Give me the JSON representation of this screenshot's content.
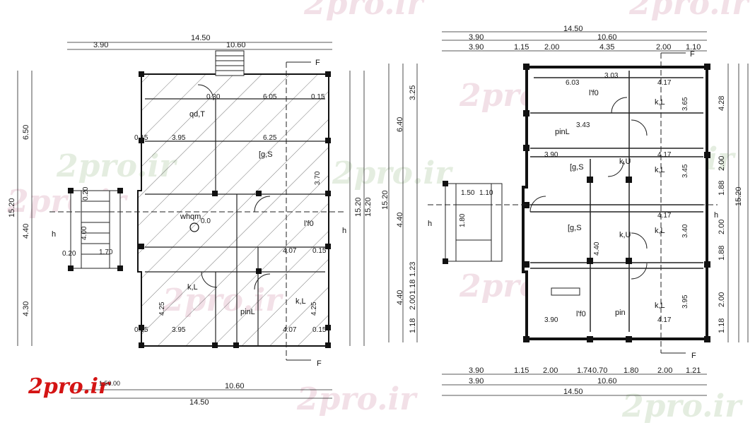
{
  "watermark": "2pro.ir",
  "logo_text": "2pro.ir",
  "scale_text": "1:50.00",
  "left_plan": {
    "top_total": "14.50",
    "top_a": "3.90",
    "top_b": "10.60",
    "bottom_a": "10.60",
    "bottom_total": "14.50",
    "left_total": "15.20",
    "left_top": "6.50",
    "left_mid": "4.40",
    "left_bot": "4.30",
    "right_total1": "15.20",
    "right_total2": "15.20",
    "section_label": "F",
    "h_label": "h",
    "rooms": [
      "qd,T",
      "[g,S",
      "whqm",
      "l'f0",
      "k,L",
      "k,L",
      "pinL"
    ],
    "labels": [
      "0.30",
      "6.05",
      "0.15",
      "3.95",
      "6.25",
      "0.15",
      "0.15",
      "4.07",
      "0.15",
      "3.95",
      "4.07",
      "0.15",
      "0.20",
      "1.70",
      "4.00",
      "0.20",
      "3.70",
      "4.25",
      "4.25",
      "0.0"
    ]
  },
  "right_plan": {
    "top_total": "14.50",
    "top_r1a": "3.90",
    "top_r1b": "10.60",
    "top_r2": [
      "3.90",
      "1.15",
      "2.00",
      "4.35",
      "2.00",
      "1.10"
    ],
    "bot_r1": [
      "3.90",
      "1.15",
      "2.00",
      "1.74",
      "0.70",
      "1.80",
      "2.00",
      "1.21"
    ],
    "bot_r2a": "3.90",
    "bot_r2b": "10.60",
    "bot_total": "14.50",
    "left_col1": [
      "3.25",
      "6.40",
      "4.40",
      "1.23",
      "4.40",
      "1.18",
      "2.00",
      "1.18"
    ],
    "left_col2": "15.20",
    "right_col1": [
      "4.28",
      "2.00",
      "1.88",
      "2.00",
      "1.88",
      "2.00",
      "1.18"
    ],
    "right_col2": "15.20",
    "section_label": "F",
    "h_label": "h",
    "rooms": [
      "l'f0",
      "k,L",
      "pinL",
      "[g,S",
      "k,U",
      "k,L",
      "[g,S",
      "k,U",
      "k,L",
      "l'f0",
      "pin",
      "k,L"
    ],
    "labels": [
      "6.03",
      "3.03",
      "4.17",
      "3.43",
      "3.90",
      "4.17",
      "4.17",
      "3.90",
      "4.17",
      "3.65",
      "3.45",
      "3.40",
      "3.95",
      "1.50",
      "1.10",
      "1.80",
      "4.40"
    ]
  }
}
